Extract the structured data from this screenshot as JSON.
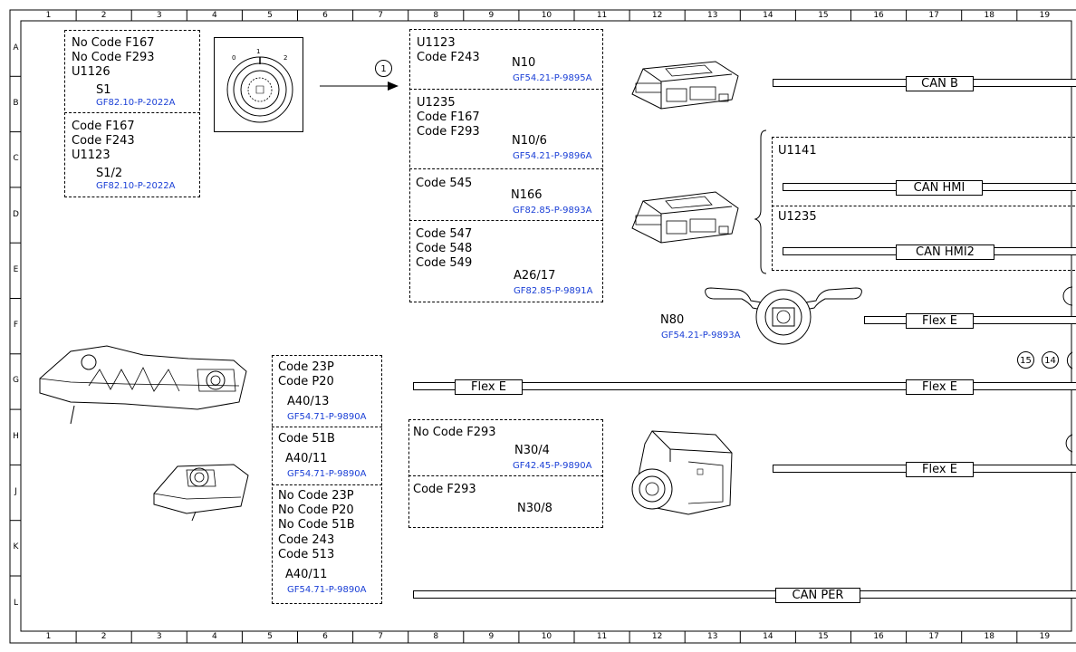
{
  "grid": {
    "columns": [
      "1",
      "2",
      "3",
      "4",
      "5",
      "6",
      "7",
      "8",
      "9",
      "10",
      "11",
      "12",
      "13",
      "14",
      "15",
      "16",
      "17",
      "18",
      "19"
    ],
    "rows": [
      "A",
      "B",
      "C",
      "D",
      "E",
      "F",
      "G",
      "H",
      "J",
      "K",
      "L"
    ]
  },
  "switch_group": {
    "box1": {
      "lines": [
        "No Code F167",
        "No Code F293",
        "U1126"
      ],
      "component": "S1",
      "ref": "GF82.10-P-2022A"
    },
    "box2": {
      "lines": [
        "Code F167",
        "Code F243",
        "U1123"
      ],
      "component": "S1/2",
      "ref": "GF82.10-P-2022A"
    },
    "switch_labels": {
      "off": "0",
      "acc": "1",
      "run": "2"
    }
  },
  "arrow_callout": "1",
  "control_group": {
    "box1": {
      "lines": [
        "U1123",
        "Code F243"
      ],
      "component": "N10",
      "ref": "GF54.21-P-9895A"
    },
    "box2": {
      "lines": [
        "U1235",
        "Code F167",
        "Code F293"
      ],
      "component": "N10/6",
      "ref": "GF54.21-P-9896A"
    },
    "box3": {
      "lines": [
        "Code 545"
      ],
      "component": "N166",
      "ref": "GF82.85-P-9893A"
    },
    "box4": {
      "lines": [
        "Code 547",
        "Code 548",
        "Code 549"
      ],
      "component": "A26/17",
      "ref": "GF82.85-P-9891A"
    }
  },
  "hmi_group": {
    "box1_title": "U1141",
    "box2_title": "U1235"
  },
  "buses": {
    "can_b": "CAN B",
    "can_hmi": "CAN HMI",
    "can_hmi2": "CAN HMI2",
    "flex_e_1": "Flex E",
    "flex_e_2": "Flex E",
    "flex_e_3": "Flex E",
    "flex_e_4": "Flex E",
    "can_per": "CAN PER"
  },
  "steering_module": {
    "component": "N80",
    "ref": "GF54.21-P-9893A"
  },
  "circle_refs": [
    "15",
    "14"
  ],
  "radar_group": {
    "box1": {
      "lines": [
        "Code 23P",
        "Code P20"
      ],
      "component": "A40/13",
      "ref": "GF54.71-P-9890A"
    },
    "box2": {
      "lines": [
        "Code 51B"
      ],
      "component": "A40/11",
      "ref": "GF54.71-P-9890A"
    },
    "box3": {
      "lines": [
        "No Code 23P",
        "No Code P20",
        "No Code 51B",
        "Code 243",
        "Code 513"
      ],
      "component": "A40/11",
      "ref": "GF54.71-P-9890A"
    }
  },
  "lock_group": {
    "box1": {
      "lines": [
        "No Code F293"
      ],
      "component": "N30/4",
      "ref": "GF42.45-P-9890A"
    },
    "box2": {
      "lines": [
        "Code F293"
      ],
      "component": "N30/8"
    }
  }
}
